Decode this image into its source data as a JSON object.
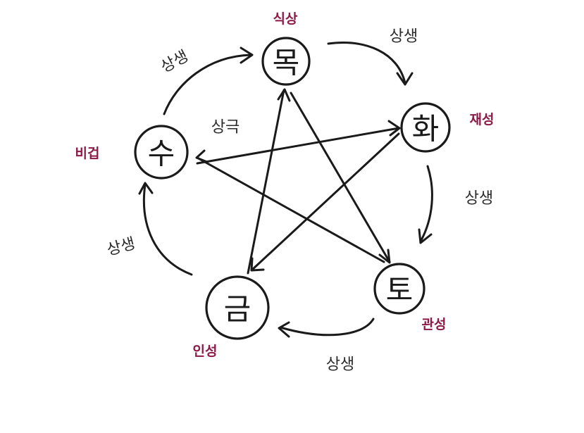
{
  "colors": {
    "ink": "#1a1a1a",
    "role": "#8b1a47"
  },
  "nodes": {
    "wood": {
      "char": "목",
      "role": "식상"
    },
    "fire": {
      "char": "화",
      "role": "재성"
    },
    "earth": {
      "char": "토",
      "role": "관성"
    },
    "metal": {
      "char": "금",
      "role": "인성"
    },
    "water": {
      "char": "수",
      "role": "비겁"
    }
  },
  "labels": {
    "generate_water_wood": "상생",
    "generate_wood_fire": "상생",
    "generate_fire_earth": "상생",
    "generate_earth_metal": "상생",
    "generate_metal_water": "상생",
    "control": "상극"
  }
}
